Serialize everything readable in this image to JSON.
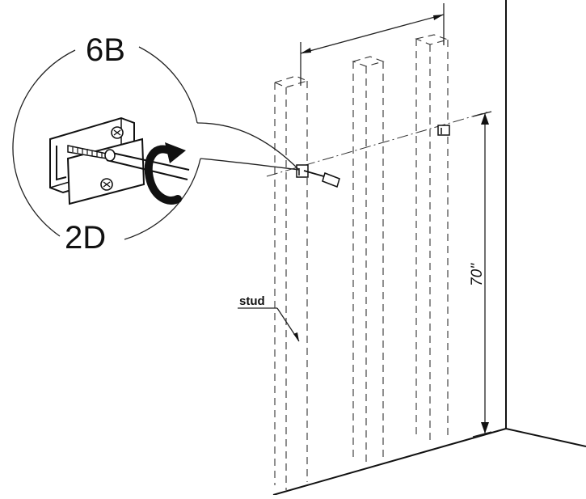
{
  "callout": {
    "top_label": "6B",
    "bottom_label": "2D"
  },
  "labels": {
    "stud": "stud",
    "height": "70\""
  },
  "icons": {
    "rotation": "rotate-clockwise-arrow-icon",
    "tool": "screwdriver-icon",
    "bracket": "wall-bracket-icon"
  }
}
